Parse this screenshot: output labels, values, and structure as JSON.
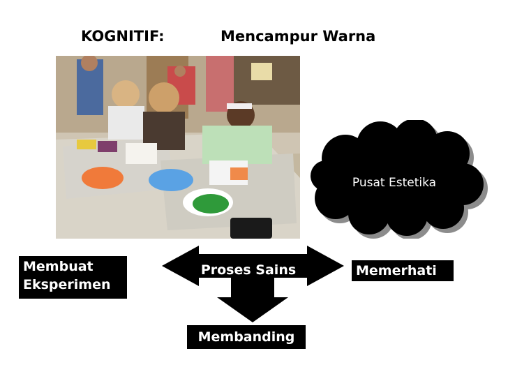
{
  "header": {
    "left": "KOGNITIF:",
    "right": "Mencampur Warna"
  },
  "cloud": {
    "label": "Pusat Estetika"
  },
  "boxes": {
    "eksperimen": [
      "Membuat",
      "Eksperimen"
    ],
    "memerhati": "Memerhati",
    "membanding": "Membanding"
  },
  "center": {
    "label": "Proses Sains"
  },
  "colors": {
    "background": "#ffffff",
    "shape": "#000000",
    "text_on_shape": "#ffffff"
  },
  "photo": {
    "subject": "children painting at a table"
  }
}
